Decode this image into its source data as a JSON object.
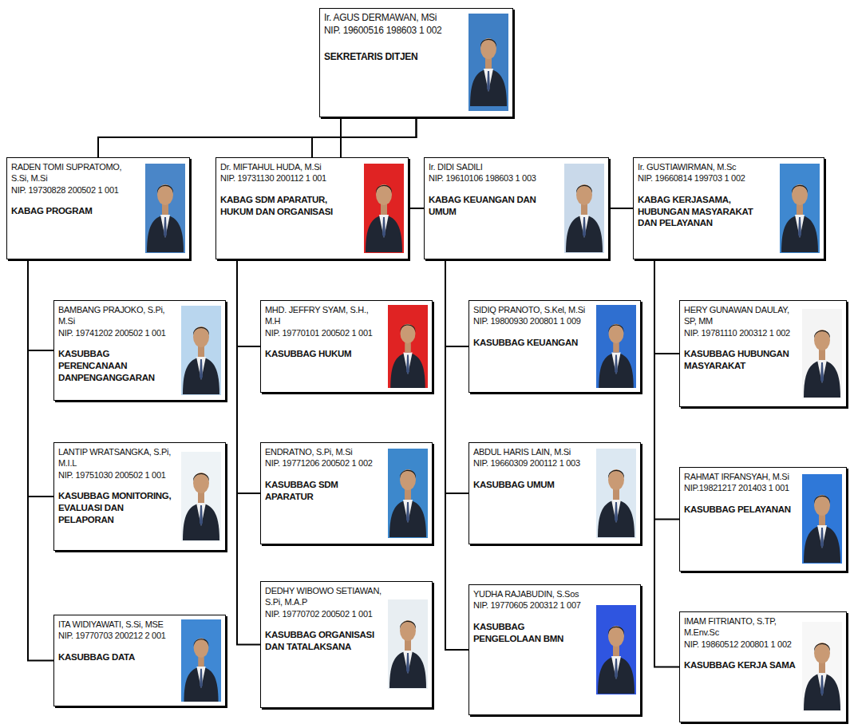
{
  "diagram": {
    "nodes": [
      {
        "text": [
          "Ir. AGUS DERMAWAN, MSi",
          "NIP. 19600516 198603 1 002",
          "SEKRETARIS DITJEN"
        ]
      },
      {
        "text": [
          "RADEN TOMI SUPRATOMO, S.Si, M.Si",
          "NIP. 19730828 200502 1 001",
          "KABAG PROGRAM"
        ]
      },
      {
        "text": [
          "Dr. MIFTAHUL HUDA, M.Si",
          "NIP. 19731130 200112 1 001",
          "KABAG SDM APARATUR, HUKUM DAN ORGANISASI"
        ]
      },
      {
        "text": [
          "Ir. DIDI SADILI",
          "NIP. 19610106 198603 1 003",
          "KABAG KEUANGAN DAN UMUM"
        ]
      },
      {
        "text": [
          "Ir. GUSTIAWIRMAN, M.Sc",
          "NIP. 19660814 199703 1 002",
          "KABAG KERJASAMA, HUBUNGAN MASYARAKAT DAN PELAYANAN"
        ]
      },
      {
        "text": [
          "BAMBANG PRAJOKO, S.Pi, M.Si",
          "NIP. 19741202 200502 1 001",
          "KASUBBAG PERENCANAAN DANPENGANGGARAN"
        ]
      },
      {
        "text": [
          "MHD. JEFFRY SYAM, S.H., M.H",
          "NIP. 19770101 200502 1 001",
          "KASUBBAG HUKUM"
        ]
      },
      {
        "text": [
          "SIDIQ PRANOTO, S.Kel, M.Si",
          "NIP. 19800930 200801 1 009",
          "KASUBBAG KEUANGAN"
        ]
      },
      {
        "text": [
          "HERY GUNAWAN DAULAY, SP, MM",
          "NIP. 19781110 200312 1 002",
          "KASUBBAG HUBUNGAN MASYARAKAT"
        ]
      },
      {
        "text": [
          "LANTIP WRATSANGKA, S.Pi, M.I.L",
          "NIP. 19751030 200502 1 001",
          "KASUBBAG MONITORING, EVALUASI DAN PELAPORAN"
        ]
      },
      {
        "text": [
          "ENDRATNO, S.Pi, M.Si",
          "NIP. 19771206 200502 1 002",
          "KASUBBAG SDM APARATUR"
        ]
      },
      {
        "text": [
          "ABDUL HARIS LAIN, M.Si",
          "NIP. 19660309 200112 1 003",
          "KASUBBAG UMUM"
        ]
      },
      {
        "text": [
          "RAHMAT IRFANSYAH, M.Si",
          "NIP.19821217 201403 1 001",
          "KASUBBAG PELAYANAN"
        ]
      },
      {
        "text": [
          "ITA WIDIYAWATI, S.Si, MSE",
          "NIP. 19770703 200212 2 001",
          "KASUBBAG DATA"
        ]
      },
      {
        "text": [
          "DEDHY WIBOWO SETIAWAN, S.Pi, M.A.P",
          "NIP. 19770702 200502 1 001",
          "KASUBBAG ORGANISASI DAN TATALAKSANA"
        ]
      },
      {
        "text": [
          "YUDHA RAJABUDIN, S.Sos",
          "NIP. 19770605 200312 1 007",
          "KASUBBAG PENGELOLAAN BMN"
        ]
      },
      {
        "text": [
          "IMAM FITRIANTO, S.TP, M.Env.Sc",
          "NIP. 19860512 200801 1 002",
          "KASUBBAG KERJA SAMA"
        ]
      }
    ],
    "edges": [
      {
        "from": 0,
        "to": 1,
        "arrow": "none"
      },
      {
        "from": 0,
        "to": 2,
        "arrow": "none"
      },
      {
        "from": 0,
        "to": 3,
        "arrow": "none"
      },
      {
        "from": 0,
        "to": 4,
        "arrow": "none"
      },
      {
        "from": 1,
        "to": 5,
        "arrow": "none"
      },
      {
        "from": 1,
        "to": 9,
        "arrow": "none"
      },
      {
        "from": 1,
        "to": 13,
        "arrow": "none"
      },
      {
        "from": 2,
        "to": 6,
        "arrow": "none"
      },
      {
        "from": 2,
        "to": 10,
        "arrow": "none"
      },
      {
        "from": 2,
        "to": 14,
        "arrow": "none"
      },
      {
        "from": 3,
        "to": 7,
        "arrow": "none"
      },
      {
        "from": 3,
        "to": 11,
        "arrow": "none"
      },
      {
        "from": 3,
        "to": 15,
        "arrow": "none"
      },
      {
        "from": 4,
        "to": 8,
        "arrow": "none"
      },
      {
        "from": 4,
        "to": 12,
        "arrow": "none"
      },
      {
        "from": 4,
        "to": 16,
        "arrow": "none"
      }
    ]
  }
}
